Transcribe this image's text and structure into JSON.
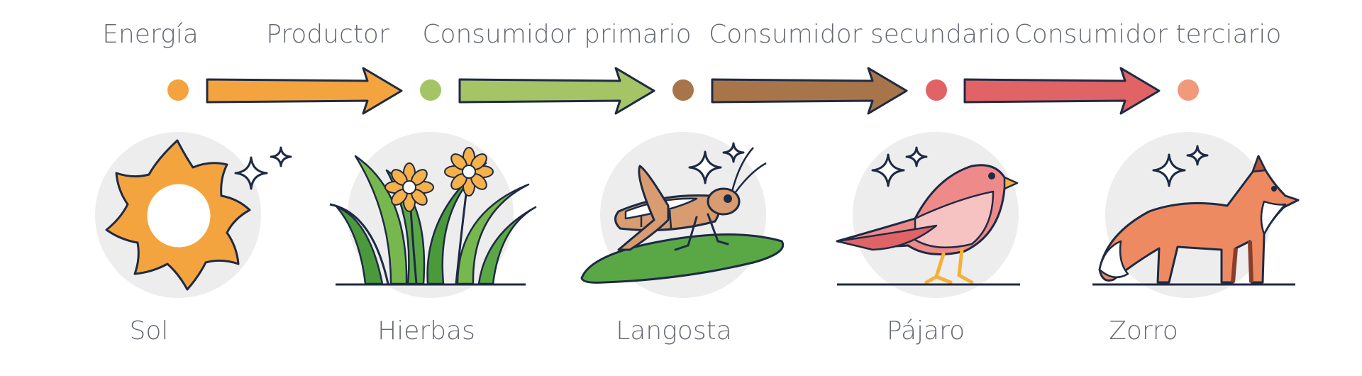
{
  "roles": [
    "Energía",
    "Productor",
    "Consumidor primario",
    "Consumidor secundario",
    "Consumidor terciario"
  ],
  "names": [
    "Sol",
    "Hierbas",
    "Langosta",
    "Pájaro",
    "Zorro"
  ],
  "colors": {
    "energy": "#f4a43e",
    "producer": "#a4c466",
    "primary": "#a8754a",
    "secondary": "#e06366",
    "tertiary": "#f09a7a",
    "outline": "#1e2a44",
    "circle": "#ededed"
  },
  "icons": [
    "sun-icon",
    "grass-flowers-icon",
    "grasshopper-icon",
    "bird-icon",
    "fox-icon"
  ]
}
